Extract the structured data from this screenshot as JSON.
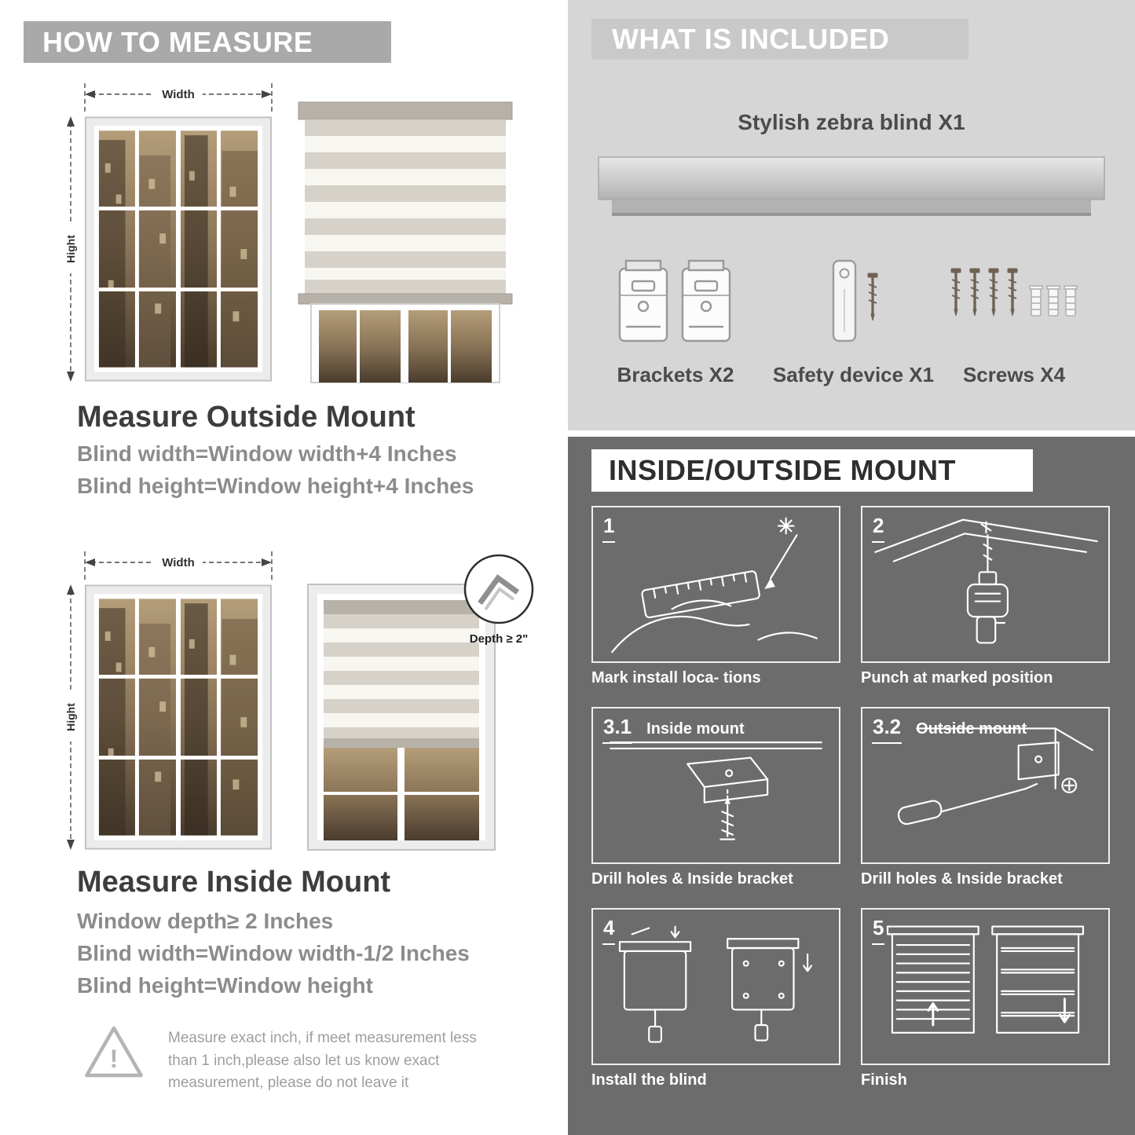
{
  "colors": {
    "measure_banner_bg": "#a9a9a9",
    "included_panel_bg": "#d6d6d6",
    "included_banner_bg": "#c9c9c9",
    "mount_panel_bg": "#6c6c6c",
    "heading_text": "#3d3d3d",
    "formula_text": "#8c8c8c"
  },
  "measure": {
    "banner": "HOW TO MEASURE",
    "diagram_labels": {
      "width": "Width",
      "height": "Hight",
      "depth": "Depth ≥ 2\""
    },
    "outside": {
      "heading": "Measure Outside Mount",
      "lines": [
        "Blind width=Window width+4 Inches",
        "Blind height=Window height+4 Inches"
      ]
    },
    "inside": {
      "heading": "Measure Inside Mount",
      "lines": [
        "Window depth≥ 2 Inches",
        "Blind width=Window width-1/2 Inches",
        "Blind height=Window height"
      ]
    },
    "warning_icon": "!",
    "warning": "Measure exact inch, if meet measurement less than 1 inch,please also let us know exact measurement, please do not leave it"
  },
  "included": {
    "banner": "WHAT IS INCLUDED",
    "blind_label": "Stylish zebra blind X1",
    "parts": [
      {
        "label": "Brackets X2"
      },
      {
        "label": "Safety device X1"
      },
      {
        "label": "Screws X4"
      }
    ]
  },
  "mount": {
    "banner": "INSIDE/OUTSIDE MOUNT",
    "steps": [
      {
        "num": "1",
        "title": "",
        "caption": "Mark install loca- tions"
      },
      {
        "num": "2",
        "title": "",
        "caption": "Punch at  marked position"
      },
      {
        "num": "3.1",
        "title": "Inside mount",
        "caption": "Drill holes &  Inside bracket"
      },
      {
        "num": "3.2",
        "title": "Outside mount",
        "caption": "Drill holes &  Inside bracket"
      },
      {
        "num": "4",
        "title": "",
        "caption": "Install the blind"
      },
      {
        "num": "5",
        "title": "",
        "caption": "Finish"
      }
    ]
  }
}
